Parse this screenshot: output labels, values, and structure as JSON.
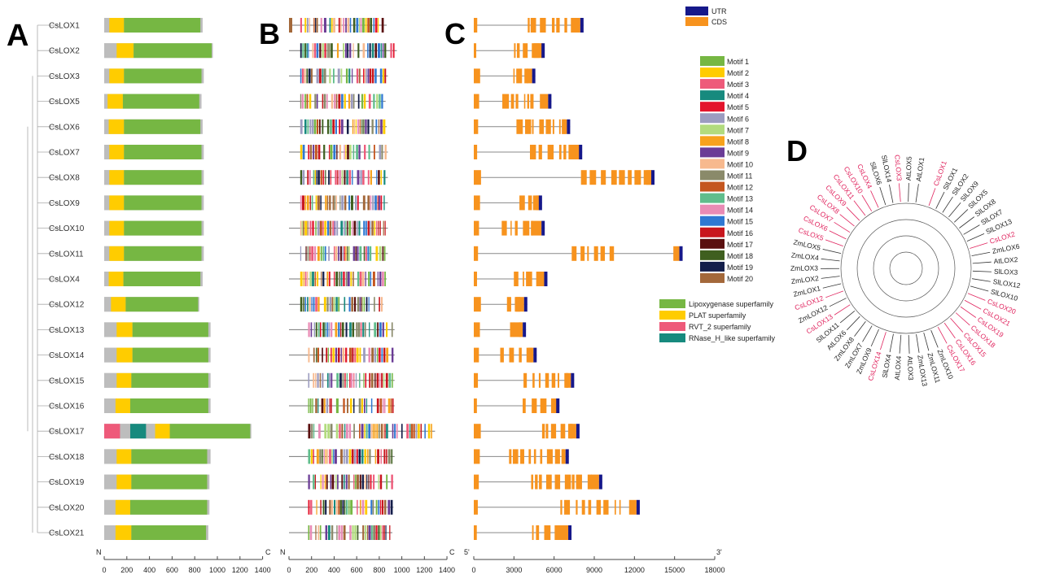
{
  "panels": {
    "a": "A",
    "b": "B",
    "c": "C",
    "d": "D"
  },
  "genes": [
    "CsLOX1",
    "CsLOX2",
    "CsLOX3",
    "CsLOX5",
    "CsLOX6",
    "CsLOX7",
    "CsLOX8",
    "CsLOX9",
    "CsLOX10",
    "CsLOX11",
    "CsLOX4",
    "CsLOX12",
    "CsLOX13",
    "CsLOX14",
    "CsLOX15",
    "CsLOX16",
    "CsLOX17",
    "CsLOX18",
    "CsLOX19",
    "CsLOX20",
    "CsLOX21"
  ],
  "colors": {
    "lipoxygenase": "#76b743",
    "plat": "#ffcc00",
    "rvt2": "#ee5a7a",
    "rnase_h": "#178a7e",
    "grey": "#bdbdbd",
    "utr": "#16188a",
    "cds": "#f7931e",
    "line": "#8a8a8a",
    "red_label": "#e0245e",
    "black_label": "#111111"
  },
  "panel_a": {
    "axis_start_label": "N",
    "axis_end_label": "C",
    "ticks": [
      0,
      200,
      400,
      600,
      800,
      1000,
      1200,
      1400
    ],
    "tick_labels": [
      "0",
      "200",
      "400",
      "600",
      "800",
      "1000",
      "1200",
      "1400"
    ],
    "lengths": [
      870,
      960,
      880,
      860,
      870,
      880,
      880,
      880,
      880,
      880,
      870,
      840,
      940,
      940,
      940,
      940,
      1300,
      940,
      930,
      930,
      920
    ],
    "domains": [
      [
        [
          "grey",
          0,
          45
        ],
        [
          "plat",
          45,
          175
        ],
        [
          "lipoxygenase",
          175,
          850
        ]
      ],
      [
        [
          "grey",
          0,
          110
        ],
        [
          "plat",
          110,
          260
        ],
        [
          "lipoxygenase",
          260,
          950
        ]
      ],
      [
        [
          "grey",
          0,
          45
        ],
        [
          "plat",
          45,
          175
        ],
        [
          "lipoxygenase",
          175,
          860
        ]
      ],
      [
        [
          "grey",
          0,
          30
        ],
        [
          "plat",
          30,
          165
        ],
        [
          "lipoxygenase",
          165,
          840
        ]
      ],
      [
        [
          "grey",
          0,
          40
        ],
        [
          "plat",
          40,
          175
        ],
        [
          "lipoxygenase",
          175,
          850
        ]
      ],
      [
        [
          "grey",
          0,
          45
        ],
        [
          "plat",
          45,
          175
        ],
        [
          "lipoxygenase",
          175,
          860
        ]
      ],
      [
        [
          "grey",
          0,
          45
        ],
        [
          "plat",
          45,
          175
        ],
        [
          "lipoxygenase",
          175,
          860
        ]
      ],
      [
        [
          "grey",
          0,
          45
        ],
        [
          "plat",
          45,
          175
        ],
        [
          "lipoxygenase",
          175,
          860
        ]
      ],
      [
        [
          "grey",
          0,
          45
        ],
        [
          "plat",
          45,
          175
        ],
        [
          "lipoxygenase",
          175,
          860
        ]
      ],
      [
        [
          "grey",
          0,
          45
        ],
        [
          "plat",
          45,
          175
        ],
        [
          "lipoxygenase",
          175,
          860
        ]
      ],
      [
        [
          "grey",
          0,
          40
        ],
        [
          "plat",
          40,
          170
        ],
        [
          "lipoxygenase",
          170,
          850
        ]
      ],
      [
        [
          "grey",
          0,
          60
        ],
        [
          "plat",
          60,
          190
        ],
        [
          "lipoxygenase",
          190,
          830
        ]
      ],
      [
        [
          "grey",
          0,
          110
        ],
        [
          "plat",
          110,
          250
        ],
        [
          "lipoxygenase",
          250,
          920
        ]
      ],
      [
        [
          "grey",
          0,
          110
        ],
        [
          "plat",
          110,
          250
        ],
        [
          "lipoxygenase",
          250,
          920
        ]
      ],
      [
        [
          "grey",
          0,
          110
        ],
        [
          "plat",
          110,
          240
        ],
        [
          "lipoxygenase",
          240,
          920
        ]
      ],
      [
        [
          "grey",
          0,
          100
        ],
        [
          "plat",
          100,
          230
        ],
        [
          "lipoxygenase",
          230,
          920
        ]
      ],
      [
        [
          "rvt2",
          0,
          140
        ],
        [
          "grey",
          140,
          230
        ],
        [
          "rnase_h",
          230,
          370
        ],
        [
          "grey",
          370,
          450
        ],
        [
          "plat",
          450,
          580
        ],
        [
          "lipoxygenase",
          580,
          1290
        ]
      ],
      [
        [
          "grey",
          0,
          110
        ],
        [
          "plat",
          110,
          240
        ],
        [
          "lipoxygenase",
          240,
          910
        ]
      ],
      [
        [
          "grey",
          0,
          110
        ],
        [
          "plat",
          110,
          240
        ],
        [
          "lipoxygenase",
          240,
          910
        ]
      ],
      [
        [
          "grey",
          0,
          100
        ],
        [
          "plat",
          100,
          230
        ],
        [
          "lipoxygenase",
          230,
          910
        ]
      ],
      [
        [
          "grey",
          0,
          100
        ],
        [
          "plat",
          100,
          240
        ],
        [
          "lipoxygenase",
          240,
          900
        ]
      ]
    ]
  },
  "panel_b": {
    "axis_start_label": "N",
    "axis_end_label": "C",
    "ticks": [
      0,
      200,
      400,
      600,
      800,
      1000,
      1200,
      1400
    ],
    "tick_labels": [
      "0",
      "200",
      "400",
      "600",
      "800",
      "1000",
      "1200",
      "1400"
    ],
    "lengths": [
      870,
      960,
      880,
      860,
      870,
      880,
      880,
      880,
      880,
      880,
      870,
      840,
      940,
      940,
      940,
      940,
      1300,
      940,
      930,
      930,
      920
    ],
    "motif_colors": [
      "#76b743",
      "#ffcc00",
      "#ee5a7a",
      "#178a7e",
      "#e3142c",
      "#9c9cc0",
      "#b2db7e",
      "#f7a21d",
      "#6b3c96",
      "#f7b98e",
      "#8a8a6a",
      "#c4561f",
      "#60bd8c",
      "#e98bb5",
      "#2f78d2",
      "#c8161d",
      "#5a0f0f",
      "#3f5f1f",
      "#141e4a",
      "#a3683a"
    ],
    "motif_labels": [
      "Motif 1",
      "Motif 2",
      "Motif 3",
      "Motif 4",
      "Motif 5",
      "Motif 6",
      "Motif 7",
      "Motif 8",
      "Motif 9",
      "Motif 10",
      "Motif 11",
      "Motif 12",
      "Motif 13",
      "Motif 14",
      "Motif 15",
      "Motif 16",
      "Motif 17",
      "Motif 18",
      "Motif 19",
      "Motif 20"
    ],
    "domain_legend": [
      {
        "label": "Lipoxygenase superfamily",
        "color": "#76b743"
      },
      {
        "label": "PLAT superfamily",
        "color": "#ffcc00"
      },
      {
        "label": "RVT_2 superfamily",
        "color": "#ee5a7a"
      },
      {
        "label": "RNase_H_like superfamily",
        "color": "#178a7e"
      }
    ]
  },
  "panel_c": {
    "axis_start_label": "5'",
    "axis_end_label": "3'",
    "ticks": [
      0,
      3000,
      6000,
      9000,
      12000,
      15000,
      18000
    ],
    "tick_labels": [
      "0",
      "3000",
      "6000",
      "9000",
      "12000",
      "15000",
      "18000"
    ],
    "gene_lengths": [
      8200,
      5300,
      4600,
      5800,
      7200,
      8100,
      13500,
      5100,
      5300,
      15600,
      5500,
      4000,
      3900,
      4700,
      7500,
      6400,
      7900,
      7100,
      9600,
      12400,
      7300
    ],
    "legend": [
      {
        "label": "UTR",
        "color": "#16188a"
      },
      {
        "label": "CDS",
        "color": "#f7931e"
      }
    ]
  },
  "panel_d": {
    "labels": [
      {
        "t": "CsLOX1",
        "red": true
      },
      {
        "t": "SlLOX1",
        "red": false
      },
      {
        "t": "SlLOX2",
        "red": false
      },
      {
        "t": "SlLOX9",
        "red": false
      },
      {
        "t": "SlLOX5",
        "red": false
      },
      {
        "t": "SlLOX8",
        "red": false
      },
      {
        "t": "SlLOX7",
        "red": false
      },
      {
        "t": "SlLOX13",
        "red": false
      },
      {
        "t": "CsLOX2",
        "red": true
      },
      {
        "t": "ZmLOX6",
        "red": false
      },
      {
        "t": "AtLOX2",
        "red": false
      },
      {
        "t": "SlLOX3",
        "red": false
      },
      {
        "t": "SlLOX12",
        "red": false
      },
      {
        "t": "SlLOX10",
        "red": false
      },
      {
        "t": "CsLOX20",
        "red": true
      },
      {
        "t": "CsLOX21",
        "red": true
      },
      {
        "t": "CsLOX19",
        "red": true
      },
      {
        "t": "CsLOX18",
        "red": true
      },
      {
        "t": "CsLOX15",
        "red": true
      },
      {
        "t": "CsLOX16",
        "red": true
      },
      {
        "t": "CsLOX17",
        "red": true
      },
      {
        "t": "ZmLOX10",
        "red": false
      },
      {
        "t": "ZmLOX11",
        "red": false
      },
      {
        "t": "ZmLOX13",
        "red": false
      },
      {
        "t": "AtLOX3",
        "red": false
      },
      {
        "t": "AtLOX4",
        "red": false
      },
      {
        "t": "SlLOX4",
        "red": false
      },
      {
        "t": "CsLOX14",
        "red": true
      },
      {
        "t": "ZmLOX9",
        "red": false
      },
      {
        "t": "ZmLOX7",
        "red": false
      },
      {
        "t": "ZmLOX8",
        "red": false
      },
      {
        "t": "AtLOX6",
        "red": false
      },
      {
        "t": "SlLOX11",
        "red": false
      },
      {
        "t": "CsLOX13",
        "red": true
      },
      {
        "t": "ZmLOX12",
        "red": false
      },
      {
        "t": "CsLOX12",
        "red": true
      },
      {
        "t": "ZmLOX1",
        "red": false
      },
      {
        "t": "ZmLOX2",
        "red": false
      },
      {
        "t": "ZmLOX3",
        "red": false
      },
      {
        "t": "ZmLOX4",
        "red": false
      },
      {
        "t": "ZmLOX5",
        "red": false
      },
      {
        "t": "CsLOX5",
        "red": true
      },
      {
        "t": "CsLOX6",
        "red": true
      },
      {
        "t": "CsLOX7",
        "red": true
      },
      {
        "t": "CsLOX8",
        "red": true
      },
      {
        "t": "CsLOX9",
        "red": true
      },
      {
        "t": "CsLOX11",
        "red": true
      },
      {
        "t": "CsLOX10",
        "red": true
      },
      {
        "t": "CsLOX4",
        "red": true
      },
      {
        "t": "SlLOX6",
        "red": false
      },
      {
        "t": "SlLOX14",
        "red": false
      },
      {
        "t": "CsLOX3",
        "red": true
      },
      {
        "t": "AtLOX5",
        "red": false
      },
      {
        "t": "AtLOX1",
        "red": false
      }
    ]
  }
}
